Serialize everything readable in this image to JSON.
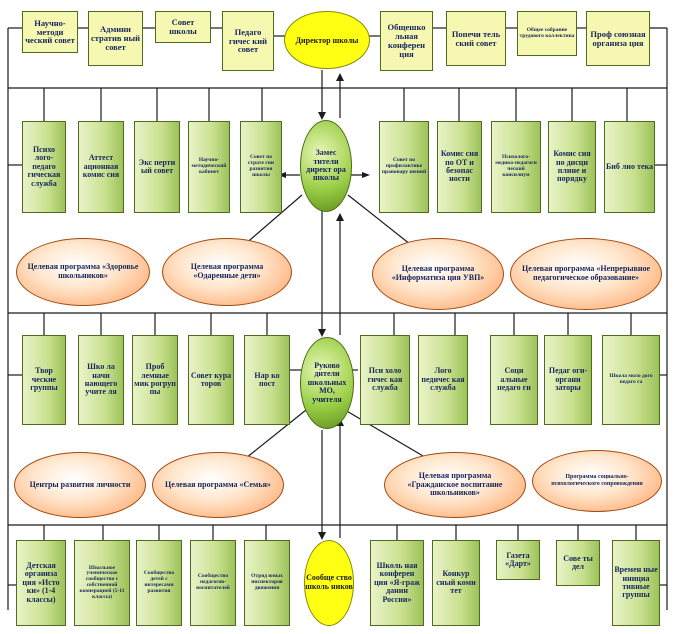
{
  "director": "Директор школы",
  "deputy": "Замес тители директ ора школы",
  "mo_leaders": "Руково дители школьных МО, учителя",
  "communities": "Сообще ство школь ников",
  "top_row": [
    "Научно-методи ческий совет",
    "Админи стратив ный совет",
    "Совет школы",
    "Педаго гичес кий совет",
    "Общешко льная конферен ция",
    "Попечи тель ский совет",
    "Общее собрание трудового коллектива",
    "Проф союзная организа ция"
  ],
  "row2_left": [
    "Психо лого-педаго гическая служба",
    "Аттест ационная комис сия",
    "Экс перти ый совет",
    "Научно-методический кабинет",
    "Совет по страте гии развития школы"
  ],
  "row2_right": [
    "Совет по профилактике правонару шений",
    "Комис сия по ОТ и безопас ности",
    "Психолого-медико-педагоги ческий консилиум",
    "Комис сия по дисци плине и порядку",
    "Биб лио тека"
  ],
  "programs_row1": [
    "Целевая программа «Здоровье школьников»",
    "Целевая программа «Одаренные дети»",
    "Целевая программа «Информатиза ция УВП»",
    "Целевая программа «Непрерывное педагогическое образование»"
  ],
  "row4_left": [
    "Твор ческие группы",
    "Шко ла начи нающего учите ля",
    "Проб лемные мик рогруп пы",
    "Совет кура торов",
    "Нар ко пост"
  ],
  "row4_right": [
    "Пси холо гичес кая служба",
    "Лого педичес кая служба",
    "Соци альные педаго ги",
    "Педаг оги-органи заторы",
    "Школа моло дого педаго га"
  ],
  "programs_row2": [
    "Центры развития личности",
    "Целевая программа «Семья»",
    "Целевая программа «Гражданское воспитание школьников»",
    "Программа социально-психологического сопровождения"
  ],
  "bottom_left": [
    "Детская организа ция «Исто ки» (1-4 классы)",
    "Школьное ученическое сообщество с собственной кооперацией (5-11 классы)",
    "Сообщество детей с интересами развития",
    "Сообщество педагогов-воспитателей",
    "Отряд юных инспекторов движения"
  ],
  "bottom_right": [
    "Школь ная конферен ция «Я-граж данин России»",
    "Конкур сный коми тет",
    "Газета «Дарт»",
    "Сове ты дел",
    "Времен ные инициа тивные группы"
  ]
}
